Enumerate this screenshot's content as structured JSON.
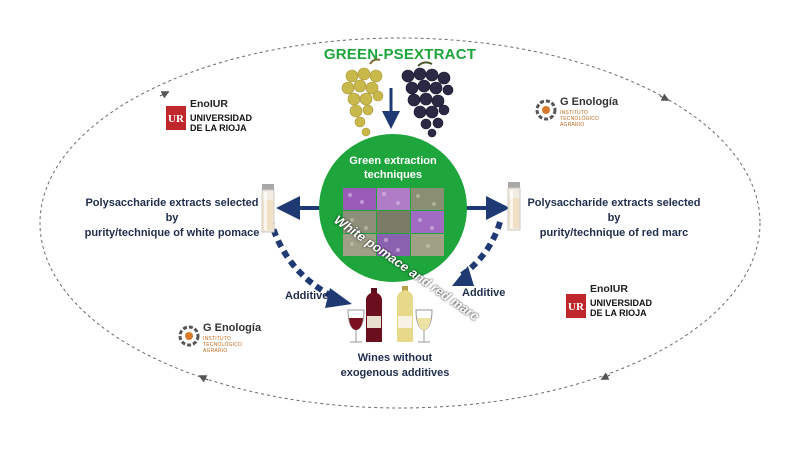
{
  "project_title": "GREEN-PSEXTRACT",
  "center": {
    "heading": "Green extraction techniques",
    "heading_line1": "Green extraction",
    "heading_line2": "techniques",
    "photo_label": "White pomace and red marc"
  },
  "left_extract": {
    "line1": "Polysaccharide extracts selected by",
    "line2": "purity/technique of white pomace"
  },
  "right_extract": {
    "line1": "Polysaccharide extracts selected by",
    "line2": "purity/technique of red marc"
  },
  "additive_left": "Additive",
  "additive_right": "Additive",
  "wines": {
    "line1": "Wines without",
    "line2": "exogenous additives"
  },
  "logos": {
    "enoiur_top": {
      "name": "EnoIUR",
      "univ_line1": "UNIVERSIDAD",
      "univ_line2": "DE LA RIOJA",
      "emblem": "UR"
    },
    "enoiur_bottom": {
      "name": "EnoIUR",
      "univ_line1": "UNIVERSIDAD",
      "univ_line2": "DE LA RIOJA",
      "emblem": "UR"
    },
    "genol_top": {
      "name": "G Enología",
      "sub1": "INSTITUTO",
      "sub2": "TECNOLÓGICO",
      "sub3": "AGRARIO"
    },
    "genol_bottom": {
      "name": "G Enología",
      "sub1": "INSTITUTO",
      "sub2": "TECNOLÓGICO",
      "sub3": "AGRARIO"
    }
  },
  "colors": {
    "green": "#1ea53c",
    "navy": "#1f3a72",
    "ellipse": "#6a6a6a",
    "ur_red": "#c0272d",
    "white_grape": "#c9b84a",
    "red_grape": "#2b2a45"
  },
  "icons": {
    "white_grapes": "white-grapes-icon",
    "red_grapes": "red-grapes-icon",
    "vial": "extract-vial-icon",
    "wine_bottles": "wine-bottles-icon"
  }
}
